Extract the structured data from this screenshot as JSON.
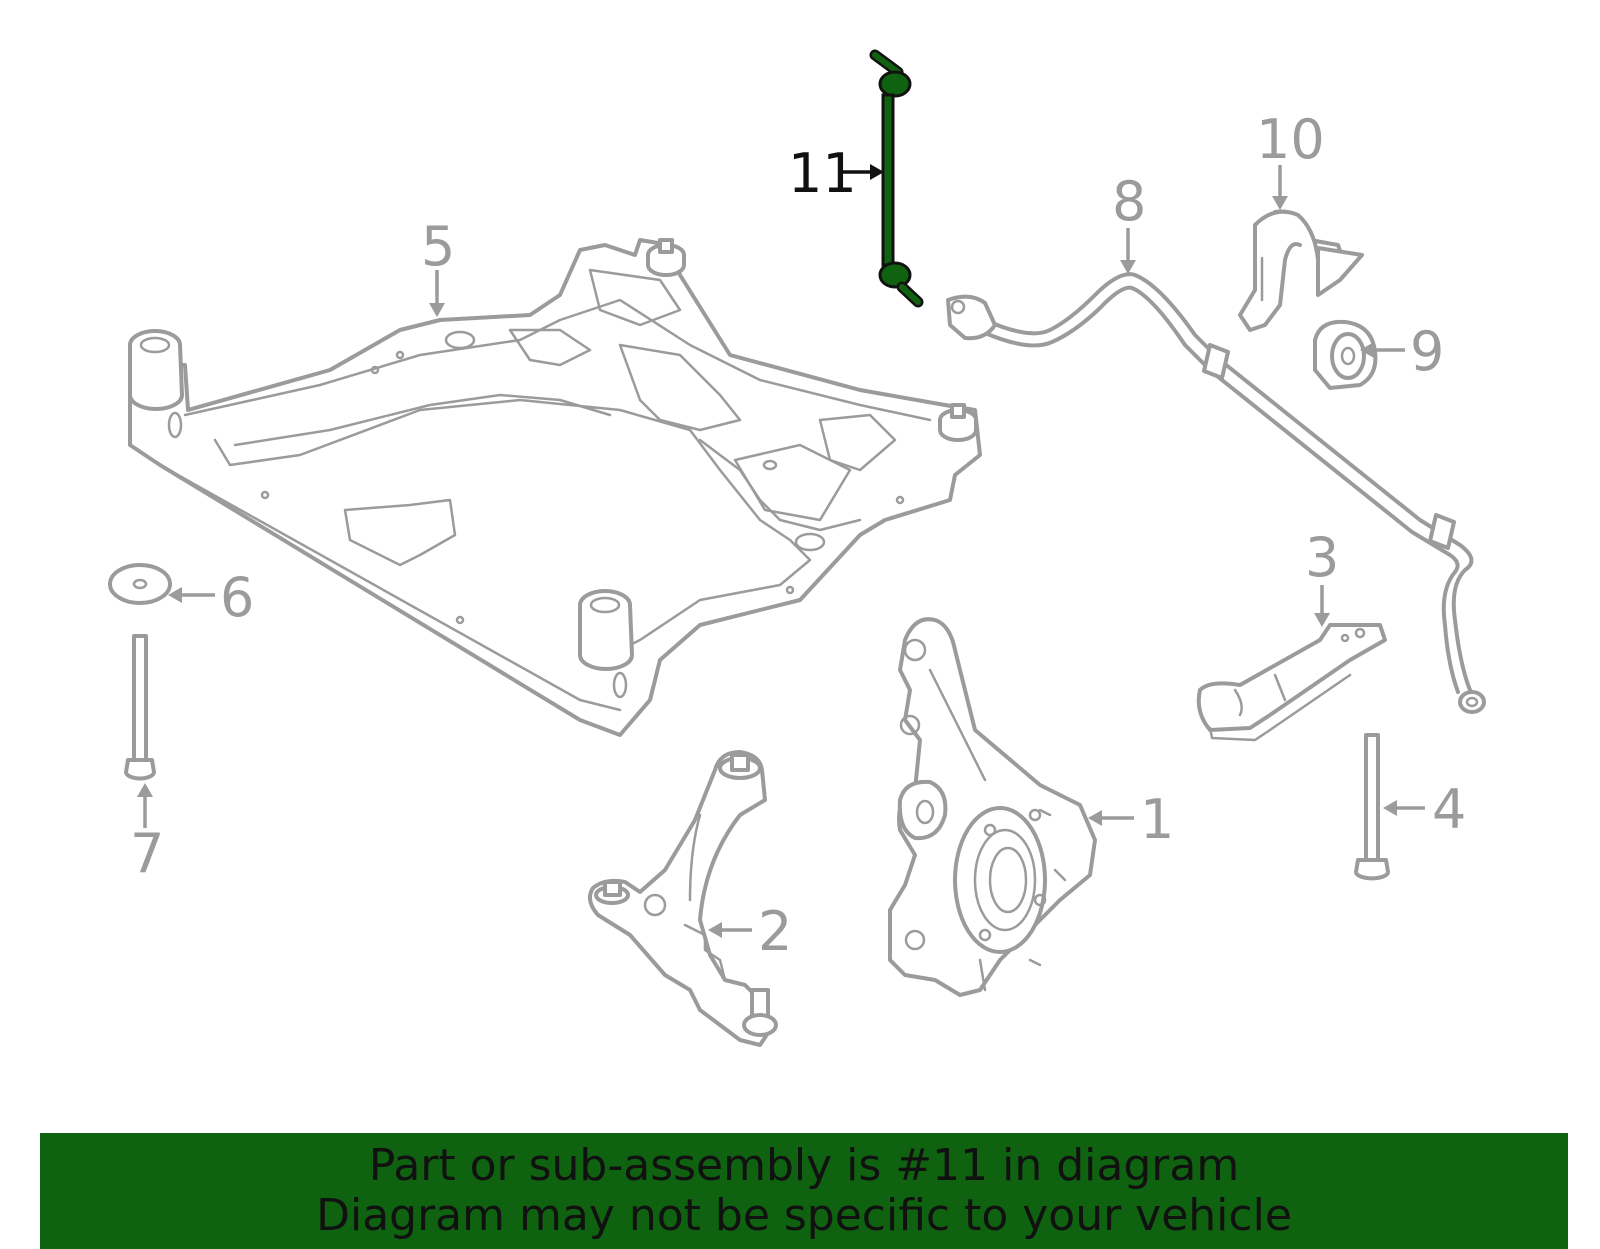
{
  "diagram": {
    "highlight_color": "#0f620f",
    "part_color": "#9b9b9b",
    "callouts": [
      {
        "id": "1",
        "label": "1"
      },
      {
        "id": "2",
        "label": "2"
      },
      {
        "id": "3",
        "label": "3"
      },
      {
        "id": "4",
        "label": "4"
      },
      {
        "id": "5",
        "label": "5"
      },
      {
        "id": "6",
        "label": "6"
      },
      {
        "id": "7",
        "label": "7"
      },
      {
        "id": "8",
        "label": "8"
      },
      {
        "id": "9",
        "label": "9"
      },
      {
        "id": "10",
        "label": "10"
      },
      {
        "id": "11",
        "label": "11"
      }
    ],
    "highlighted_callout": "11"
  },
  "banner": {
    "line1": "Part or sub-assembly is #11 in diagram",
    "line2": "Diagram may not be specific to your vehicle",
    "background": "#0f620f"
  }
}
